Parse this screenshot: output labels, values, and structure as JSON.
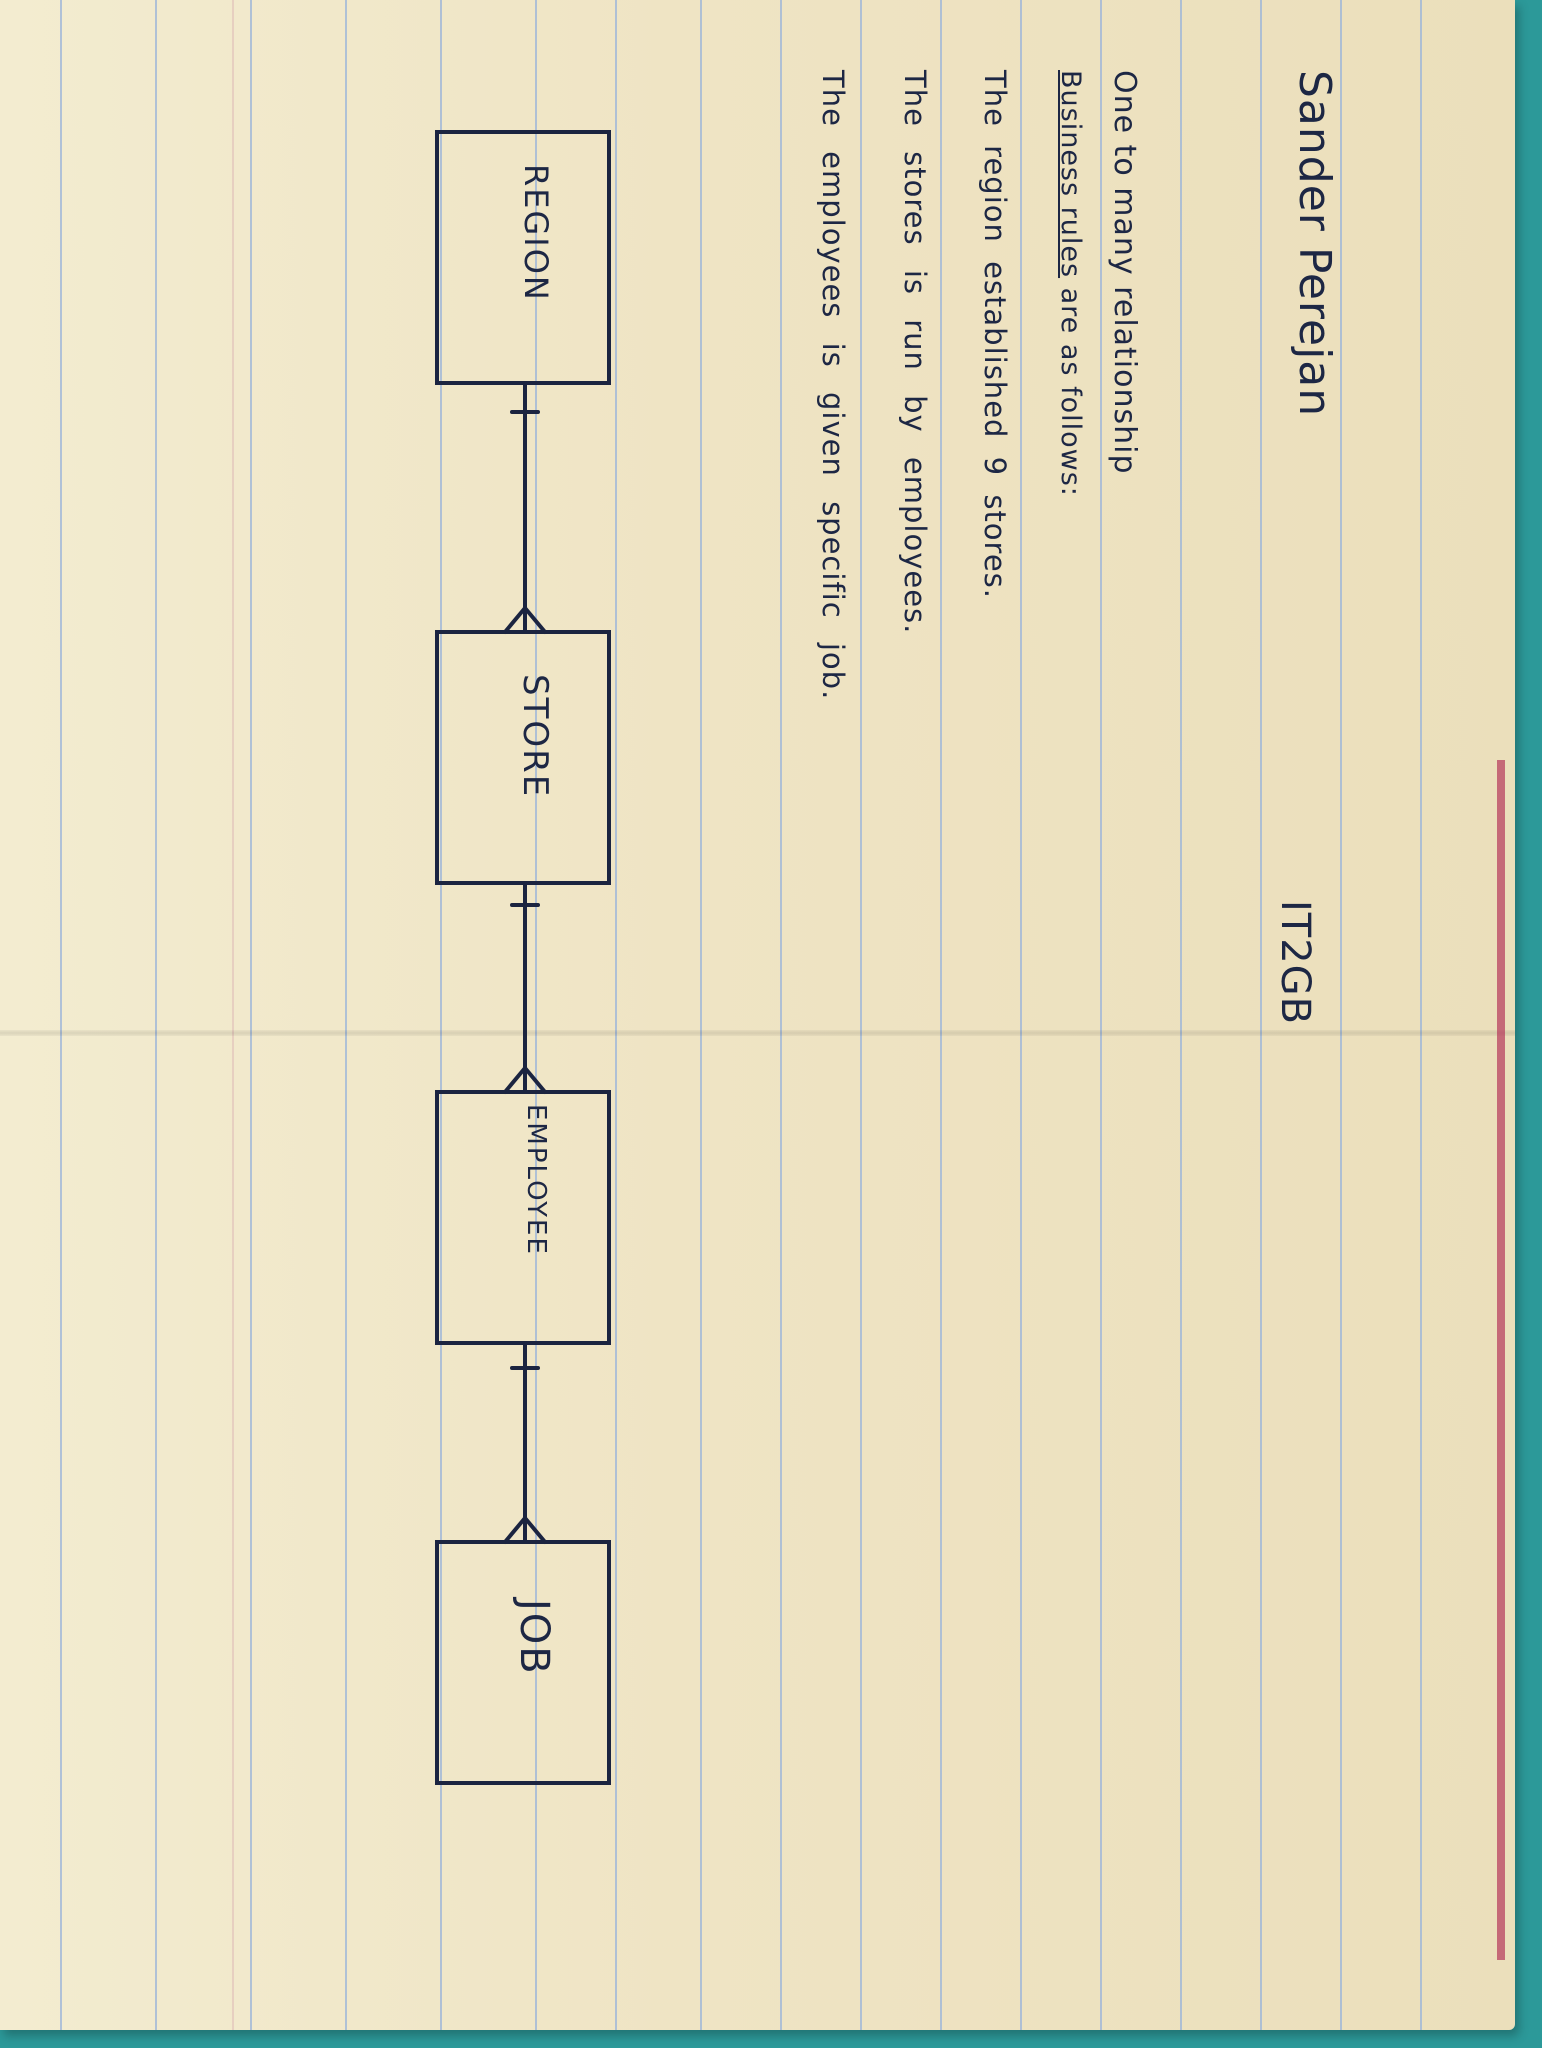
{
  "header": {
    "name": "Sander Perejan",
    "class_code": "IT2GB"
  },
  "title": "One to many relationship",
  "rules_heading": {
    "underlined": "Business rules",
    "rest": " are as follows:"
  },
  "rules": [
    "The region established 9 stores.",
    "The stores is run by employees.",
    "The employees is given specific job."
  ],
  "entities": [
    {
      "id": "region",
      "label": "REGION"
    },
    {
      "id": "store",
      "label": "STORE"
    },
    {
      "id": "employee",
      "label": "EMPLOYEE"
    },
    {
      "id": "job",
      "label": "JOB"
    }
  ],
  "relationships": [
    {
      "from": "region",
      "to": "store",
      "from_cardinality": "one",
      "to_cardinality": "many"
    },
    {
      "from": "store",
      "to": "employee",
      "from_cardinality": "one",
      "to_cardinality": "many"
    },
    {
      "from": "employee",
      "to": "job",
      "from_cardinality": "one",
      "to_cardinality": "many"
    }
  ],
  "colors": {
    "ink": "#1d2744",
    "paper": "#f0e6c8",
    "rule_lines": "#9fb7d8",
    "background": "#2c9999"
  }
}
